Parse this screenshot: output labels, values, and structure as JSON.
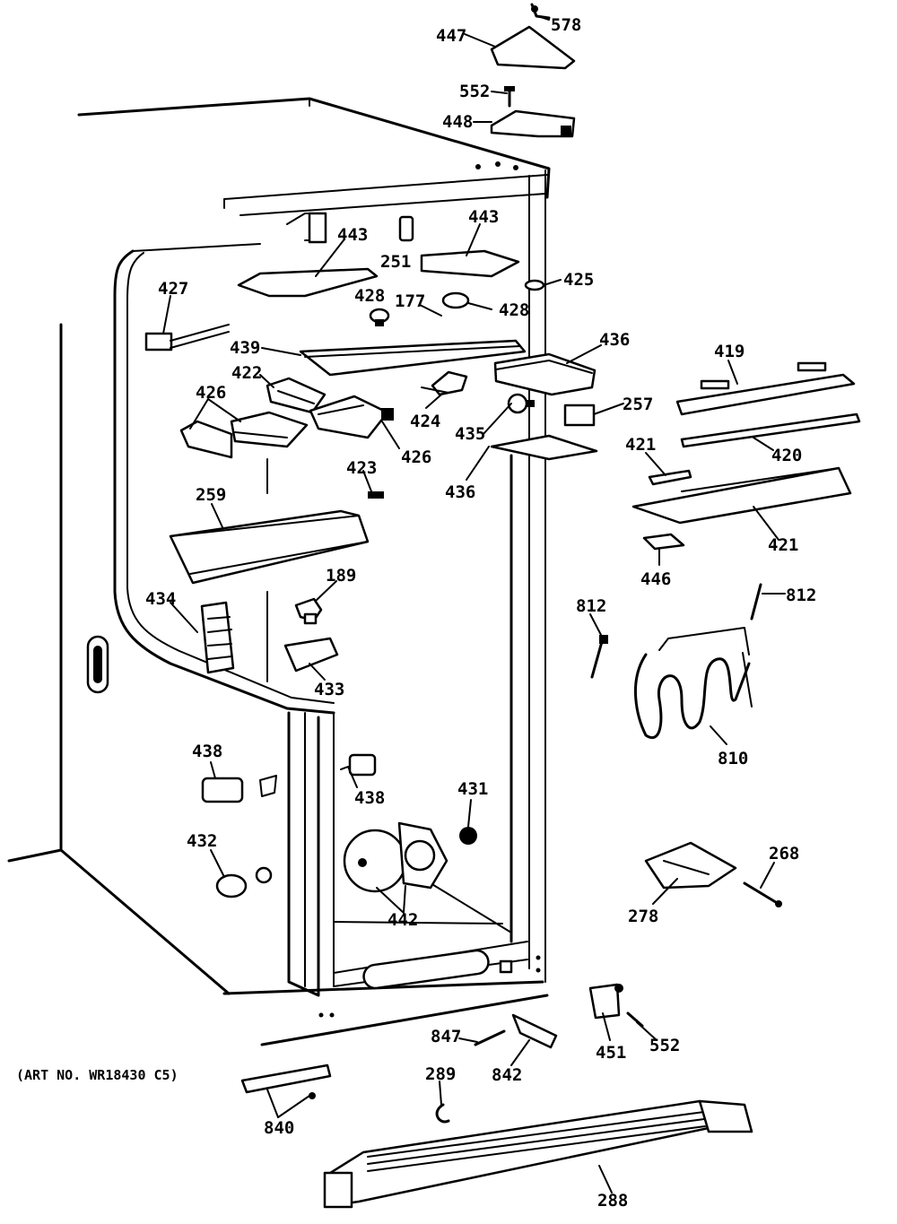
{
  "art_number": "(ART NO. WR18430 C5)",
  "parts": [
    {
      "id": "p578",
      "number": "578"
    },
    {
      "id": "p447",
      "number": "447"
    },
    {
      "id": "p552a",
      "number": "552"
    },
    {
      "id": "p448",
      "number": "448"
    },
    {
      "id": "p443a",
      "number": "443"
    },
    {
      "id": "p443b",
      "number": "443"
    },
    {
      "id": "p251",
      "number": "251"
    },
    {
      "id": "p425",
      "number": "425"
    },
    {
      "id": "p427",
      "number": "427"
    },
    {
      "id": "p428a",
      "number": "428"
    },
    {
      "id": "p177",
      "number": "177"
    },
    {
      "id": "p428b",
      "number": "428"
    },
    {
      "id": "p439",
      "number": "439"
    },
    {
      "id": "p436a",
      "number": "436"
    },
    {
      "id": "p419",
      "number": "419"
    },
    {
      "id": "p422",
      "number": "422"
    },
    {
      "id": "p426a",
      "number": "426"
    },
    {
      "id": "p424",
      "number": "424"
    },
    {
      "id": "p257",
      "number": "257"
    },
    {
      "id": "p435",
      "number": "435"
    },
    {
      "id": "p426b",
      "number": "426"
    },
    {
      "id": "p421a",
      "number": "421"
    },
    {
      "id": "p420",
      "number": "420"
    },
    {
      "id": "p436b",
      "number": "436"
    },
    {
      "id": "p423",
      "number": "423"
    },
    {
      "id": "p259",
      "number": "259"
    },
    {
      "id": "p421b",
      "number": "421"
    },
    {
      "id": "p446",
      "number": "446"
    },
    {
      "id": "p189",
      "number": "189"
    },
    {
      "id": "p812a",
      "number": "812"
    },
    {
      "id": "p812b",
      "number": "812"
    },
    {
      "id": "p434",
      "number": "434"
    },
    {
      "id": "p433",
      "number": "433"
    },
    {
      "id": "p810",
      "number": "810"
    },
    {
      "id": "p438a",
      "number": "438"
    },
    {
      "id": "p438b",
      "number": "438"
    },
    {
      "id": "p431",
      "number": "431"
    },
    {
      "id": "p432",
      "number": "432"
    },
    {
      "id": "p268",
      "number": "268"
    },
    {
      "id": "p442",
      "number": "442"
    },
    {
      "id": "p278",
      "number": "278"
    },
    {
      "id": "p847",
      "number": "847"
    },
    {
      "id": "p451",
      "number": "451"
    },
    {
      "id": "p552b",
      "number": "552"
    },
    {
      "id": "p842",
      "number": "842"
    },
    {
      "id": "p289",
      "number": "289"
    },
    {
      "id": "p840",
      "number": "840"
    },
    {
      "id": "p288",
      "number": "288"
    }
  ]
}
